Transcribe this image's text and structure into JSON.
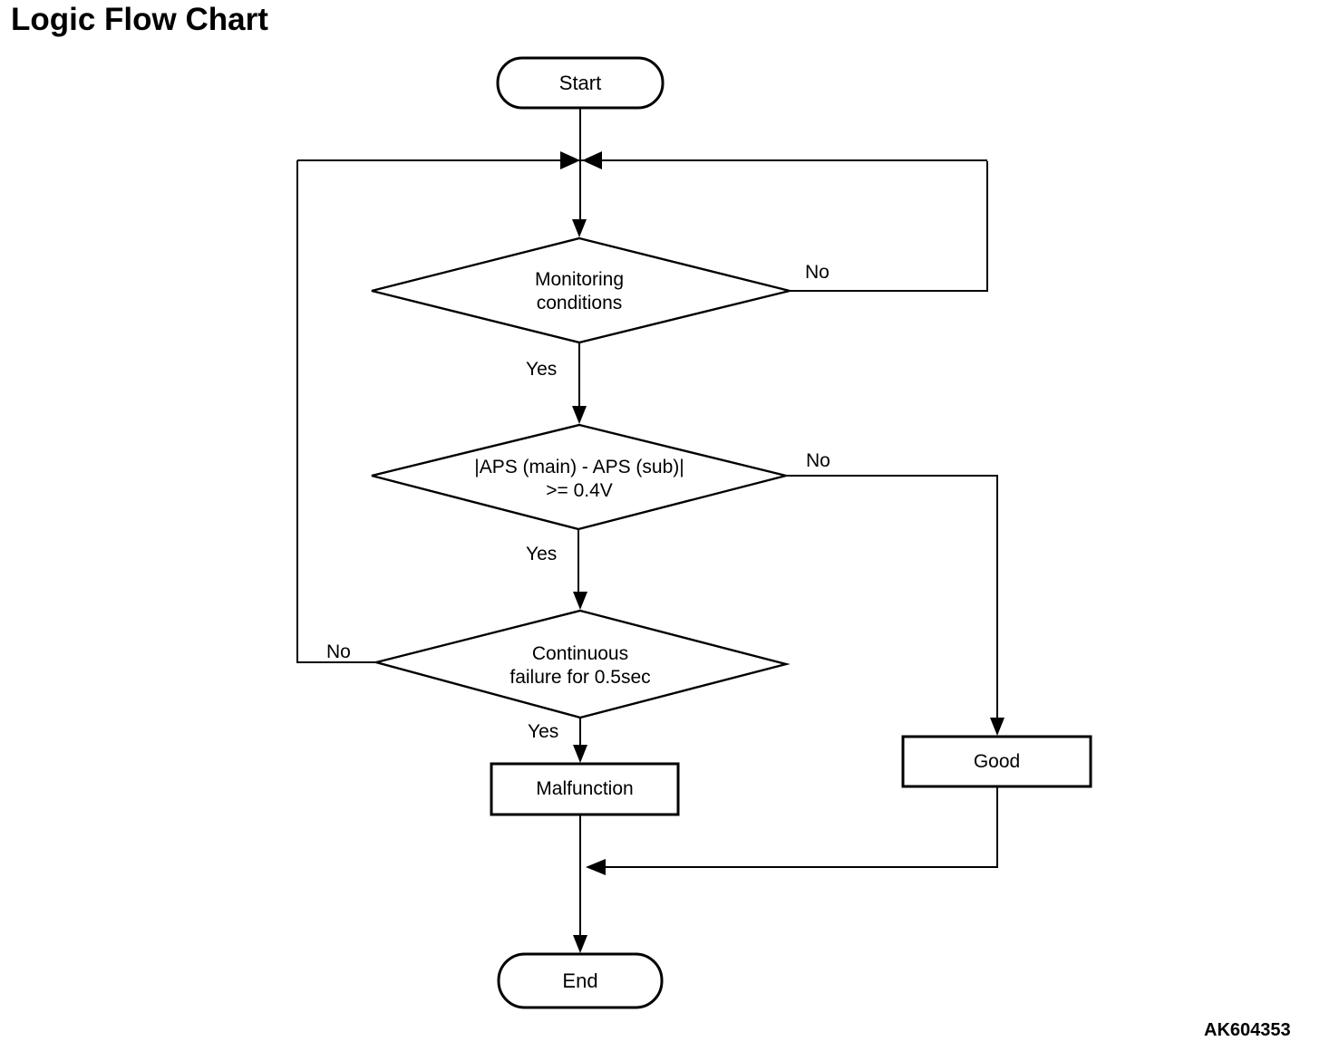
{
  "header": {
    "title": "Logic Flow Chart"
  },
  "nodes": {
    "start": {
      "label": "Start",
      "type": "terminator"
    },
    "decision1": {
      "line1": "Monitoring",
      "line2": "conditions",
      "type": "decision"
    },
    "decision2": {
      "line1": "|APS (main) - APS (sub)|",
      "line2": ">= 0.4V",
      "type": "decision"
    },
    "decision3": {
      "line1": "Continuous",
      "line2": "failure for 0.5sec",
      "type": "decision"
    },
    "good": {
      "label": "Good",
      "type": "process"
    },
    "malfunction": {
      "label": "Malfunction",
      "type": "process"
    },
    "end": {
      "label": "End",
      "type": "terminator"
    }
  },
  "edges": {
    "d1_yes": "Yes",
    "d1_no": "No",
    "d2_yes": "Yes",
    "d2_no": "No",
    "d3_yes": "Yes",
    "d3_no": "No"
  },
  "footer": {
    "figure_code": "AK604353"
  },
  "colors": {
    "line": "#000000",
    "background": "#ffffff"
  }
}
